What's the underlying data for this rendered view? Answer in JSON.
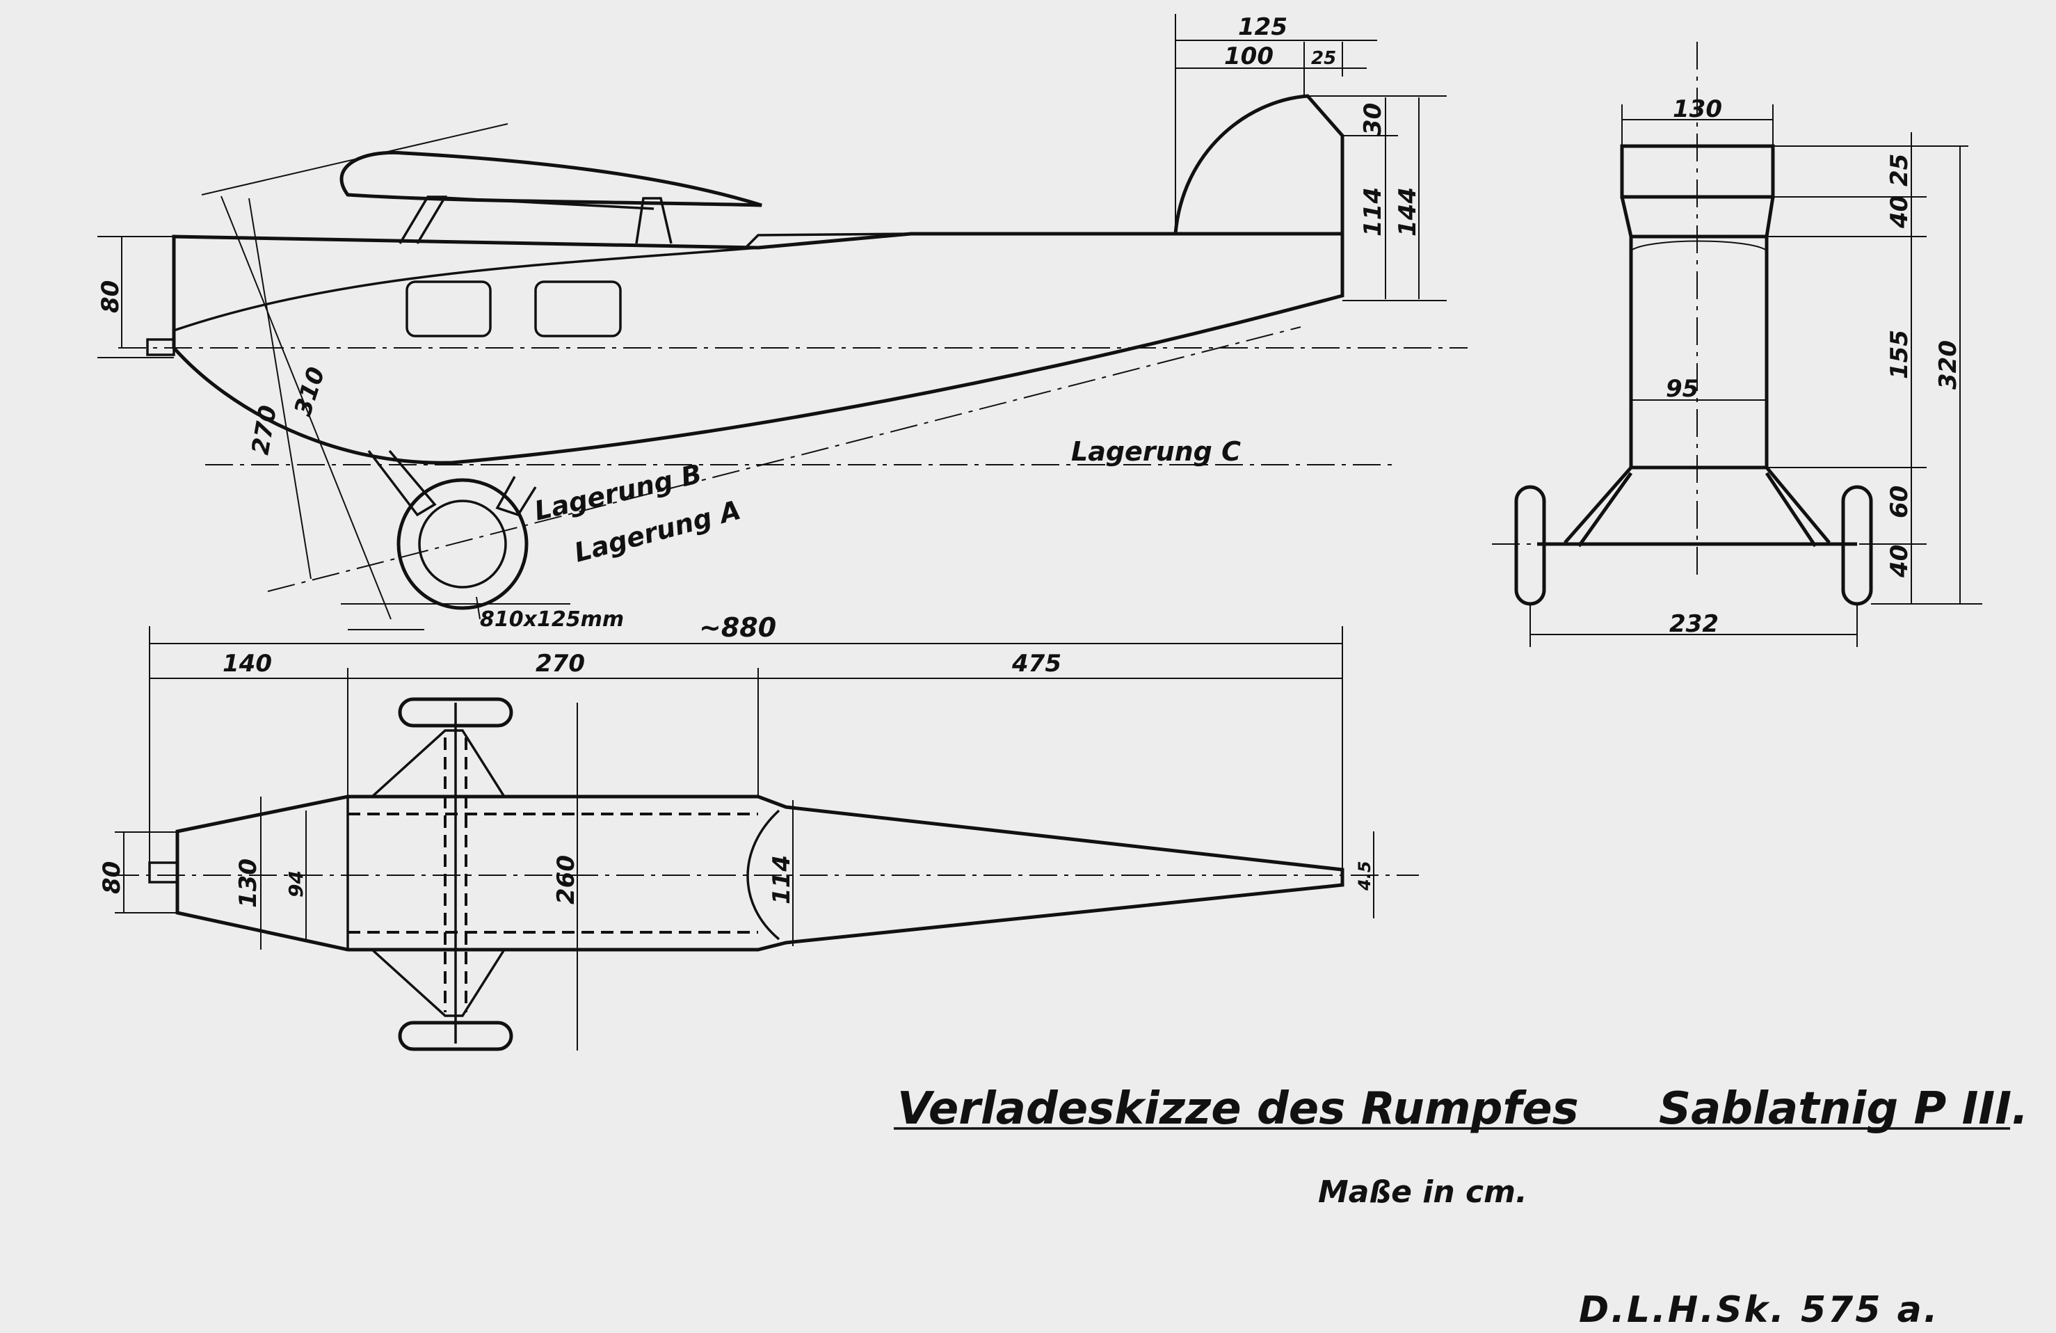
{
  "title": "Verladeskizze des Rumpfes",
  "aircraft": "Sablatnig P III.",
  "units_note": "Maße in cm.",
  "drawing_number": "D.L.H.Sk. 575 a.",
  "side_view": {
    "dims": {
      "nose_height": "80",
      "d270": "270",
      "d310": "310",
      "fin_total": "125",
      "fin_chord": "100",
      "fin_tip": "25",
      "fin_top": "30",
      "fin_lower": "114",
      "fin_height": "144",
      "tyre": "810x125mm"
    },
    "labels": {
      "lagerung_a": "Lagerung A",
      "lagerung_b": "Lagerung B",
      "lagerung_c": "Lagerung C"
    }
  },
  "top_view": {
    "dims": {
      "overall_length": "~880",
      "front": "140",
      "middle": "270",
      "rear": "475",
      "nose_width": "80",
      "body_width": "130",
      "inner_width": "94",
      "span_260": "260",
      "width_114": "114",
      "tail_width": "4.5"
    }
  },
  "front_view": {
    "dims": {
      "top_width": "130",
      "inner_width": "95",
      "track": "232",
      "h25": "25",
      "h40a": "40",
      "h155": "155",
      "h60": "60",
      "h40b": "40",
      "total_height": "320"
    }
  }
}
